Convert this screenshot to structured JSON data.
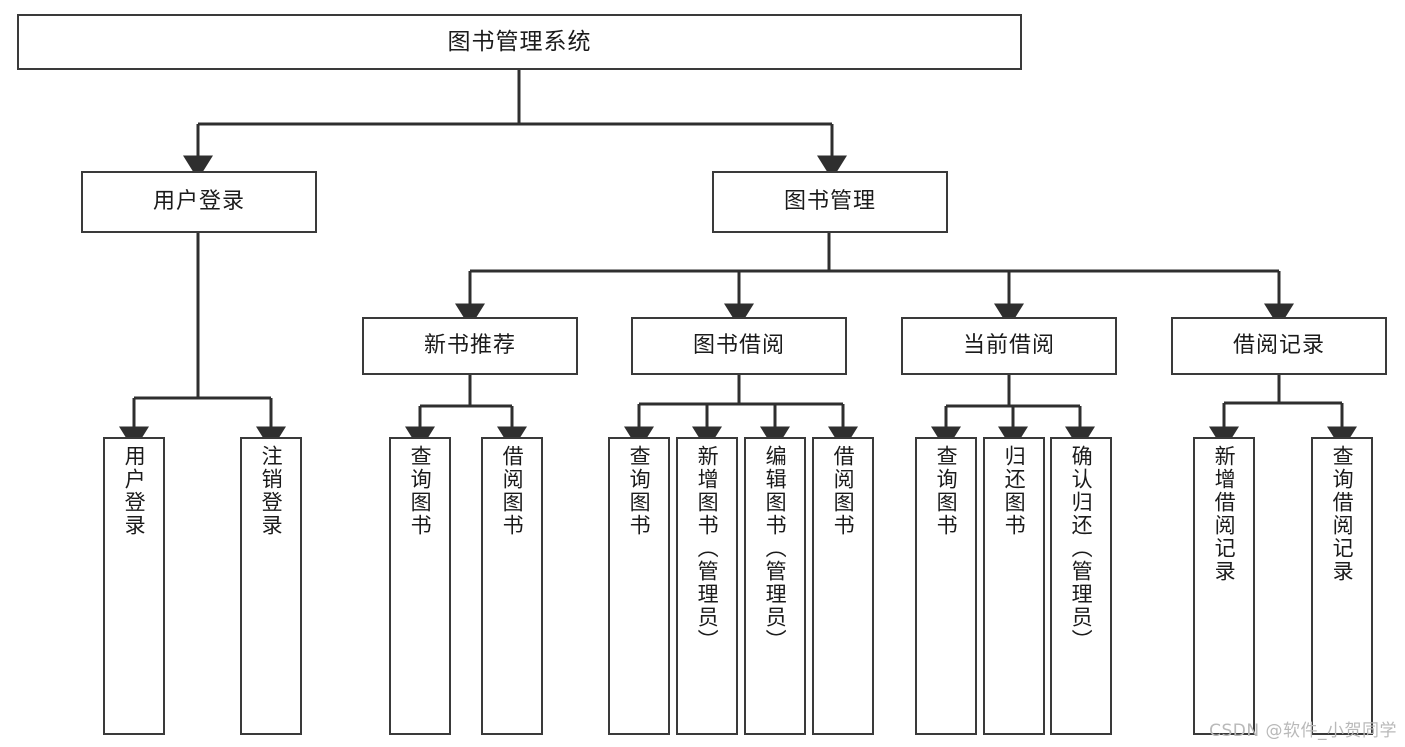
{
  "diagram": {
    "title": "图书管理系统",
    "type": "tree-hierarchy",
    "colors": {
      "box_border": "#3a3a3a",
      "box_fill": "#ffffff",
      "edge": "#2f2f2f",
      "text": "#1b1b1b",
      "watermark": "#b9b9b9",
      "background": "#ffffff"
    },
    "nodes": {
      "root": {
        "label": "图书管理系统"
      },
      "level2": [
        {
          "id": "user_login",
          "label": "用户登录"
        },
        {
          "id": "book_manage",
          "label": "图书管理"
        }
      ],
      "level3": [
        {
          "id": "new_book_rec",
          "label": "新书推荐"
        },
        {
          "id": "book_borrow",
          "label": "图书借阅"
        },
        {
          "id": "current_borrow",
          "label": "当前借阅"
        },
        {
          "id": "borrow_record",
          "label": "借阅记录"
        }
      ],
      "leaves": {
        "user_login": [
          {
            "id": "leaf_user_login",
            "label": "用户登录"
          },
          {
            "id": "leaf_logout",
            "label": "注销登录"
          }
        ],
        "new_book_rec": [
          {
            "id": "leaf_query_book_1",
            "label": "查询图书"
          },
          {
            "id": "leaf_borrow_book_1",
            "label": "借阅图书"
          }
        ],
        "book_borrow": [
          {
            "id": "leaf_query_book_2",
            "label": "查询图书"
          },
          {
            "id": "leaf_add_book",
            "label": "新增图书（管理员）"
          },
          {
            "id": "leaf_edit_book",
            "label": "编辑图书（管理员）"
          },
          {
            "id": "leaf_borrow_book_2",
            "label": "借阅图书"
          }
        ],
        "current_borrow": [
          {
            "id": "leaf_query_book_3",
            "label": "查询图书"
          },
          {
            "id": "leaf_return_book",
            "label": "归还图书"
          },
          {
            "id": "leaf_confirm_return",
            "label": "确认归还（管理员）"
          }
        ],
        "borrow_record": [
          {
            "id": "leaf_add_record",
            "label": "新增借阅记录"
          },
          {
            "id": "leaf_query_record",
            "label": "查询借阅记录"
          }
        ]
      }
    },
    "watermark": "CSDN @软件_小贺同学"
  }
}
